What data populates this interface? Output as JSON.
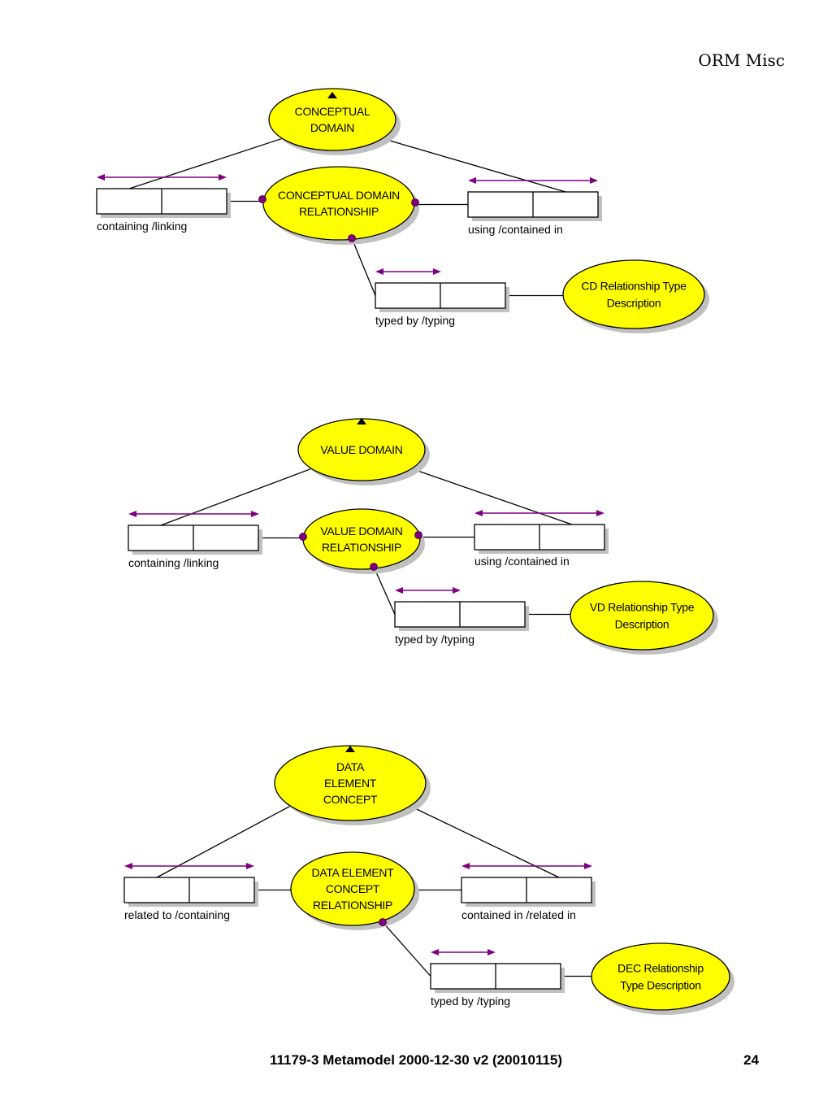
{
  "header": {
    "section": "ORM Misc"
  },
  "footer": {
    "title": "11179-3 Metamodel 2000-12-30 v2 (20010115)",
    "page": "24"
  },
  "colors": {
    "entity_fill": "#ffff00",
    "constraint": "#800080",
    "shadow": "#c0c0c0"
  },
  "diagrams": [
    {
      "top_entity": [
        "CONCEPTUAL",
        "DOMAIN"
      ],
      "relationship_entity": [
        "CONCEPTUAL DOMAIN",
        "RELATIONSHIP"
      ],
      "type_entity": [
        "CD Relationship Type",
        "Description"
      ],
      "left_role": "containing  /linking",
      "right_role": "using  /contained in",
      "type_role": "typed by  /typing"
    },
    {
      "top_entity": [
        "VALUE DOMAIN"
      ],
      "relationship_entity": [
        "VALUE DOMAIN",
        "RELATIONSHIP"
      ],
      "type_entity": [
        "VD Relationship Type",
        "Description"
      ],
      "left_role": "containing  /linking",
      "right_role": "using  /contained in",
      "type_role": "typed by  /typing"
    },
    {
      "top_entity": [
        "DATA",
        "ELEMENT",
        "CONCEPT"
      ],
      "relationship_entity": [
        "DATA ELEMENT",
        "CONCEPT",
        "RELATIONSHIP"
      ],
      "type_entity": [
        "DEC Relationship",
        "Type Description"
      ],
      "left_role": "related to  /containing",
      "right_role": "contained in  /related in",
      "type_role": "typed by  /typing"
    }
  ]
}
